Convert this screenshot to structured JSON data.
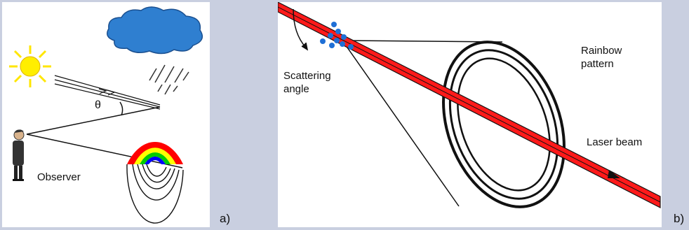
{
  "panel_a": {
    "theta": "θ",
    "observer": "Observer",
    "letter": "a)",
    "icons": [
      "sun-icon",
      "cloud-icon",
      "rain-icon",
      "observer-figure-icon",
      "rainbow-icon"
    ],
    "rainbow_colors": [
      "#ff0000",
      "#ffff00",
      "#00cc00",
      "#0000ff"
    ]
  },
  "panel_b": {
    "scattering_angle_line1": "Scattering",
    "scattering_angle_line2": "angle",
    "rainbow_pattern_line1": "Rainbow",
    "rainbow_pattern_line2": "pattern",
    "laser_beam": "Laser beam",
    "letter": "b)",
    "beam_color": "#ff1a1a",
    "droplet_color": "#1e6fd6"
  }
}
